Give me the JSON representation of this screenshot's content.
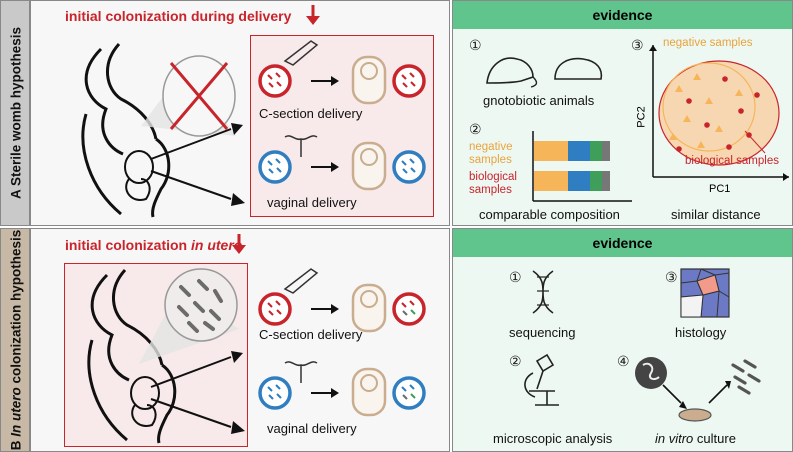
{
  "panel_a": {
    "side_label_prefix": "A",
    "side_label": "Sterile womb hypothesis",
    "title": "initial colonization during delivery",
    "csection_label": "C-section delivery",
    "vaginal_label": "vaginal delivery"
  },
  "panel_b": {
    "side_label_prefix": "B",
    "side_label_italic": "In utero",
    "side_label_rest": "colonization hypothesis",
    "title_plain": "initial colonization",
    "title_italic": "in utero",
    "csection_label": "C-section delivery",
    "vaginal_label": "vaginal delivery"
  },
  "evidence_a": {
    "header": "evidence",
    "n1": "①",
    "n2": "②",
    "n3": "③",
    "gnotobiotic": "gnotobiotic animals",
    "negative_samples": "negative\nsamples",
    "biological_samples": "biological\nsamples",
    "comparable": "comparable composition",
    "pca_negative": "negative samples",
    "pca_biological": "biological samples",
    "pc1": "PC1",
    "pc2": "PC2",
    "similar": "similar distance"
  },
  "evidence_b": {
    "header": "evidence",
    "n1": "①",
    "n2": "②",
    "n3": "③",
    "n4": "④",
    "sequencing": "sequencing",
    "histology": "histology",
    "microscopic": "microscopic analysis",
    "culture_italic": "in vitro",
    "culture_rest": " culture"
  },
  "colors": {
    "red": "#c8242b",
    "blue": "#2f7ec1",
    "green": "#5fc58d",
    "orange": "#f7b55a",
    "tan": "#c9ad8e"
  }
}
